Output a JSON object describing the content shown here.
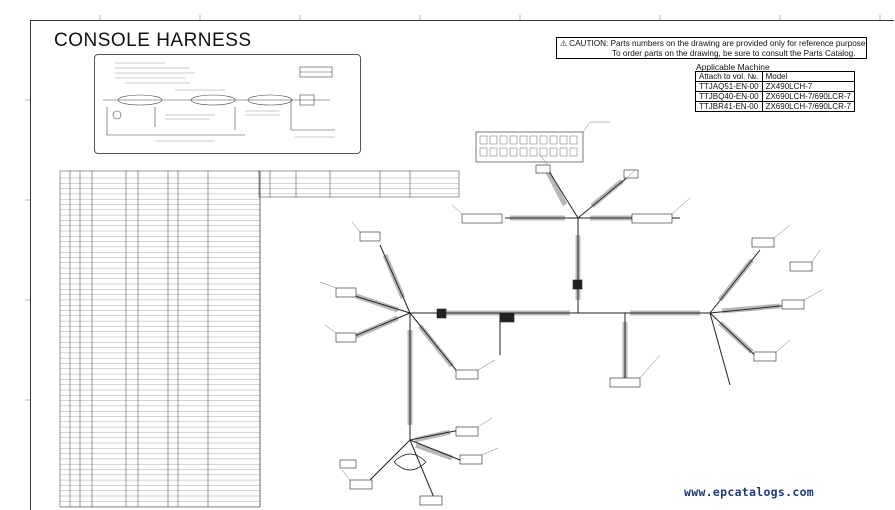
{
  "title": "CONSOLE HARNESS",
  "caution": {
    "line1": "CAUTION: Parts numbers on the drawing are provided only for reference purpose.",
    "line2": "To order parts on the drawing, be sure to consult the Parts Catalog."
  },
  "applicable": {
    "heading": "Applicable Machine",
    "col1": "Attach to vol. №.",
    "col2": "Model",
    "rows": [
      {
        "vol": "TTJAQ51-EN-00",
        "model": "ZX490LCH-7"
      },
      {
        "vol": "TTJBQ40-EN-00",
        "model": "ZX690LCH-7/690LCR-7"
      },
      {
        "vol": "TTJBR41-EN-00",
        "model": "ZX690LCH-7/690LCR-7"
      }
    ]
  },
  "watermark": "www.epcatalogs.com",
  "colors": {
    "ink": "#111111",
    "brand": "#1d3b72"
  }
}
